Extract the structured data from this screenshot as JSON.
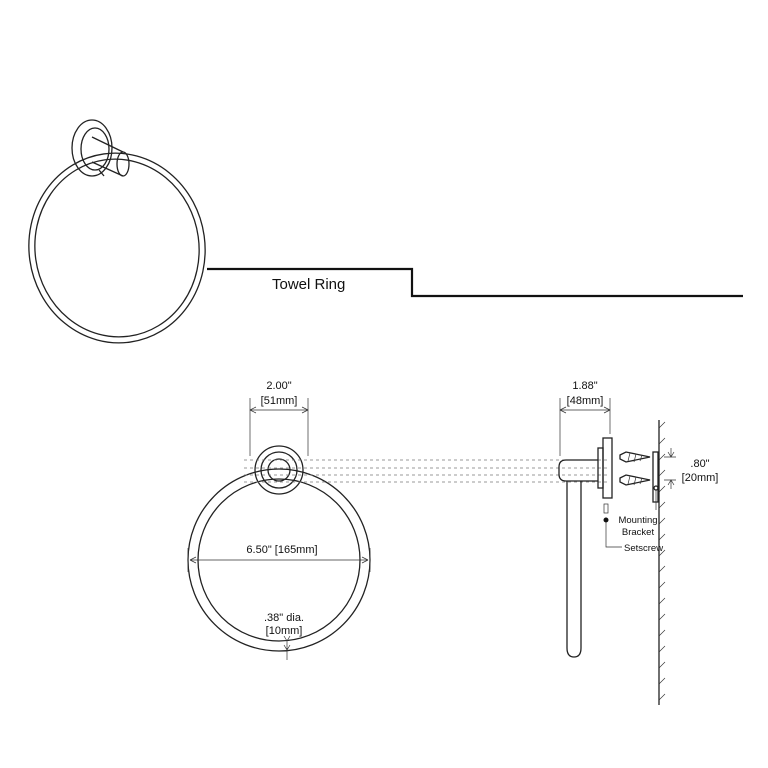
{
  "title": "Towel Ring",
  "front_view": {
    "width_label": "2.00\"",
    "width_label_mm": "[51mm]",
    "diameter_label": "6.50\" [165mm]",
    "rod_label": ".38\" dia.",
    "rod_label_mm": "[10mm]"
  },
  "side_view": {
    "depth_label": "1.88\"",
    "depth_label_mm": "[48mm]",
    "screw_spacing_label": ".80\"",
    "screw_spacing_label_mm": "[20mm]",
    "bracket_label_line1": "Mounting",
    "bracket_label_line2": "Bracket",
    "setscrew_label": "Setscrew"
  }
}
